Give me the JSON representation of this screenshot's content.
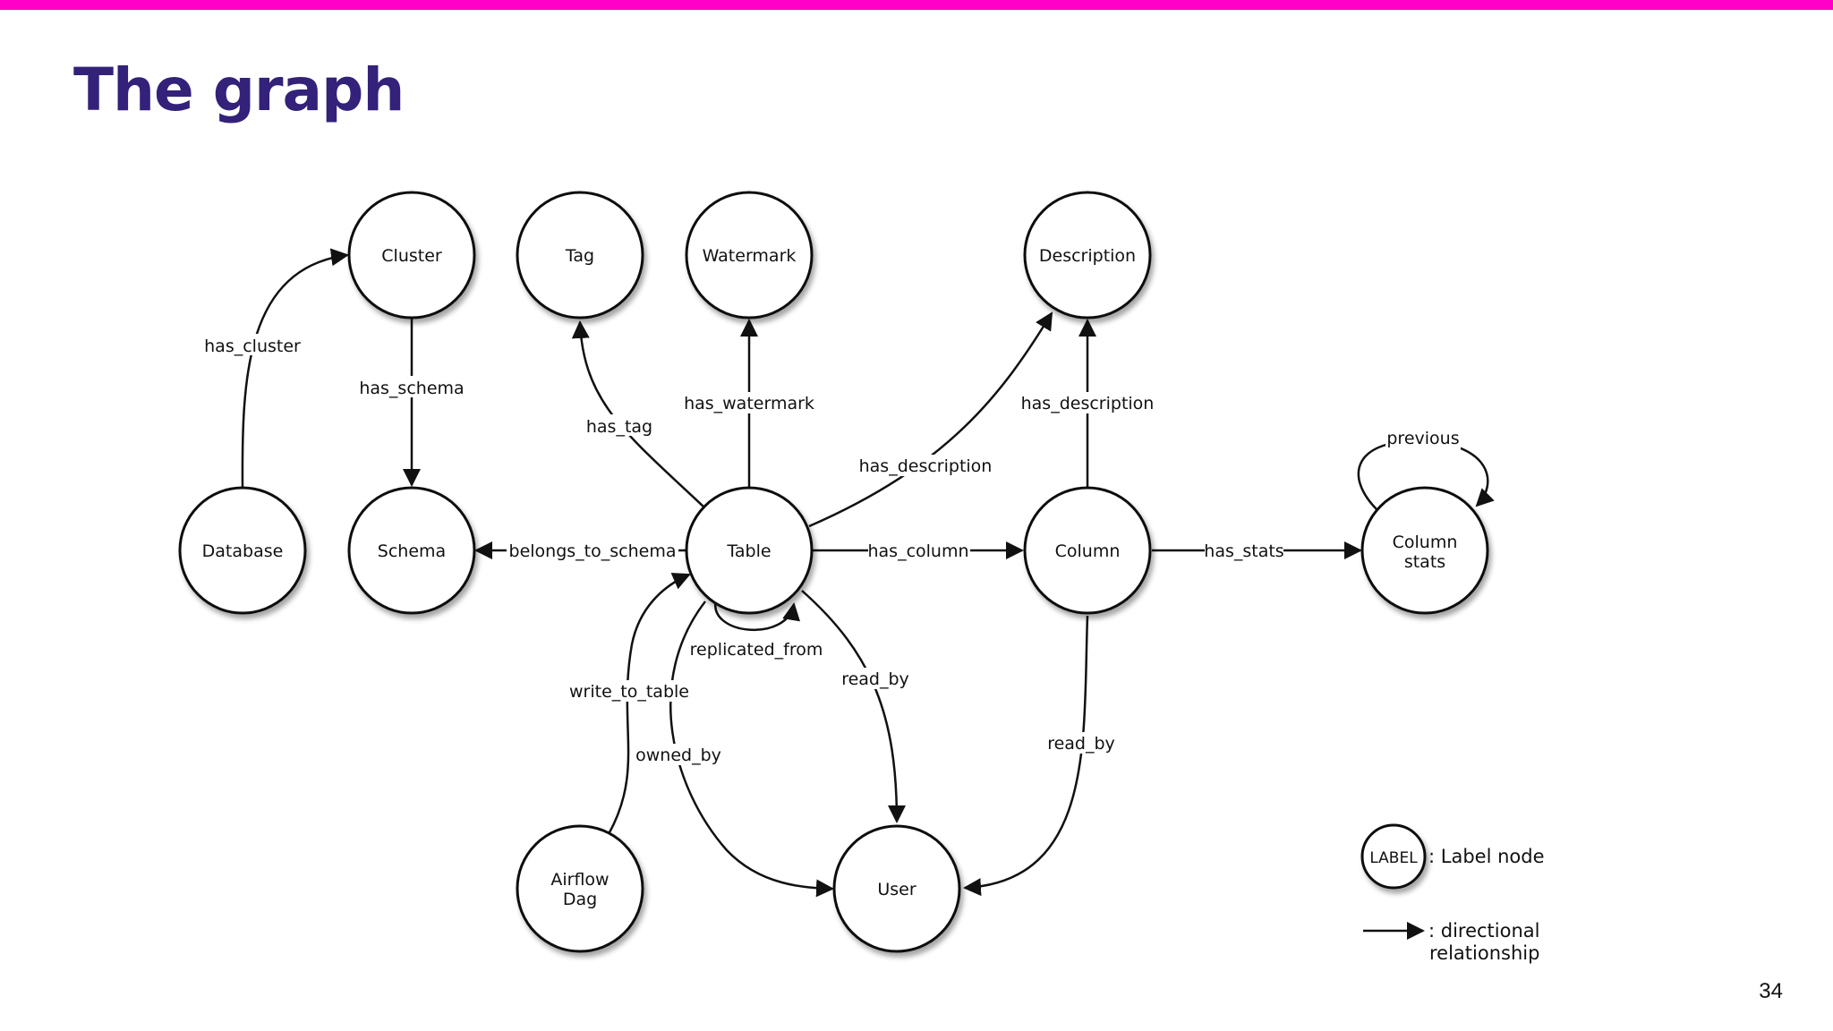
{
  "slide": {
    "title": "The graph",
    "page_number": "34"
  },
  "nodes": {
    "cluster": "Cluster",
    "tag": "Tag",
    "watermark": "Watermark",
    "description": "Description",
    "database": "Database",
    "schema": "Schema",
    "table": "Table",
    "column": "Column",
    "column_stats": [
      "Column",
      "stats"
    ],
    "airflow_dag": [
      "Airflow",
      "Dag"
    ],
    "user": "User"
  },
  "edges": {
    "has_cluster": "has_cluster",
    "has_schema": "has_schema",
    "has_tag": "has_tag",
    "has_watermark": "has_watermark",
    "has_description_table": "has_description",
    "has_description_column": "has_description",
    "previous": "previous",
    "belongs_to_schema": "belongs_to_schema",
    "has_column": "has_column",
    "has_stats": "has_stats",
    "replicated_from": "replicated_from",
    "write_to_table": "write_to_table",
    "owned_by": "owned_by",
    "read_by_table": "read_by",
    "read_by_column": "read_by"
  },
  "legend": {
    "node_label": "LABEL",
    "node_desc": ": Label node",
    "edge_desc": [
      ": directional",
      "relationship"
    ]
  }
}
